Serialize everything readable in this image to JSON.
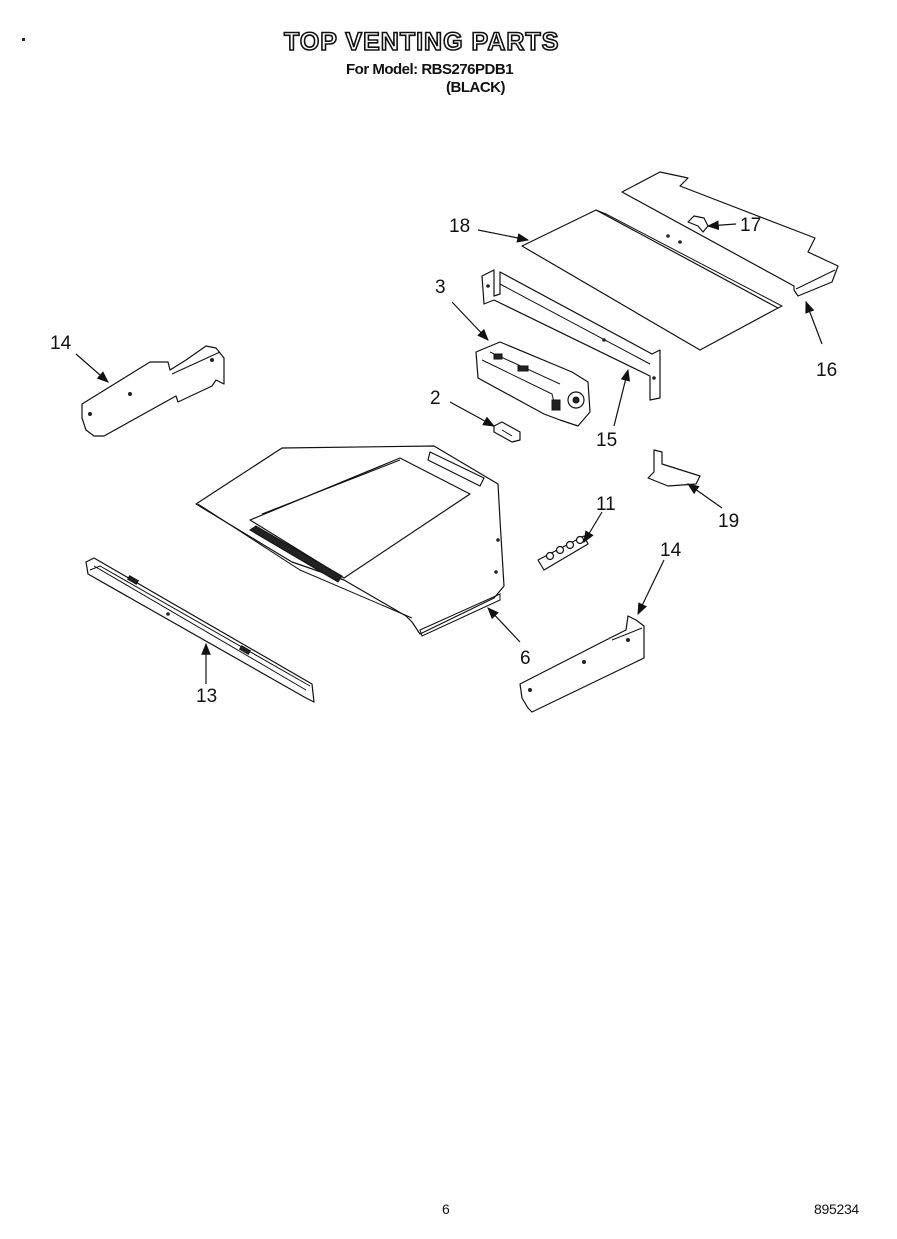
{
  "header": {
    "title": "TOP VENTING PARTS",
    "model_line": "For Model: RBS276PDB1",
    "color_line": "(BLACK)"
  },
  "callouts": [
    "18",
    "17",
    "16",
    "3",
    "14",
    "2",
    "15",
    "19",
    "11",
    "6",
    "14",
    "13"
  ],
  "footer": {
    "page_number": "6",
    "doc_number": "895234"
  }
}
